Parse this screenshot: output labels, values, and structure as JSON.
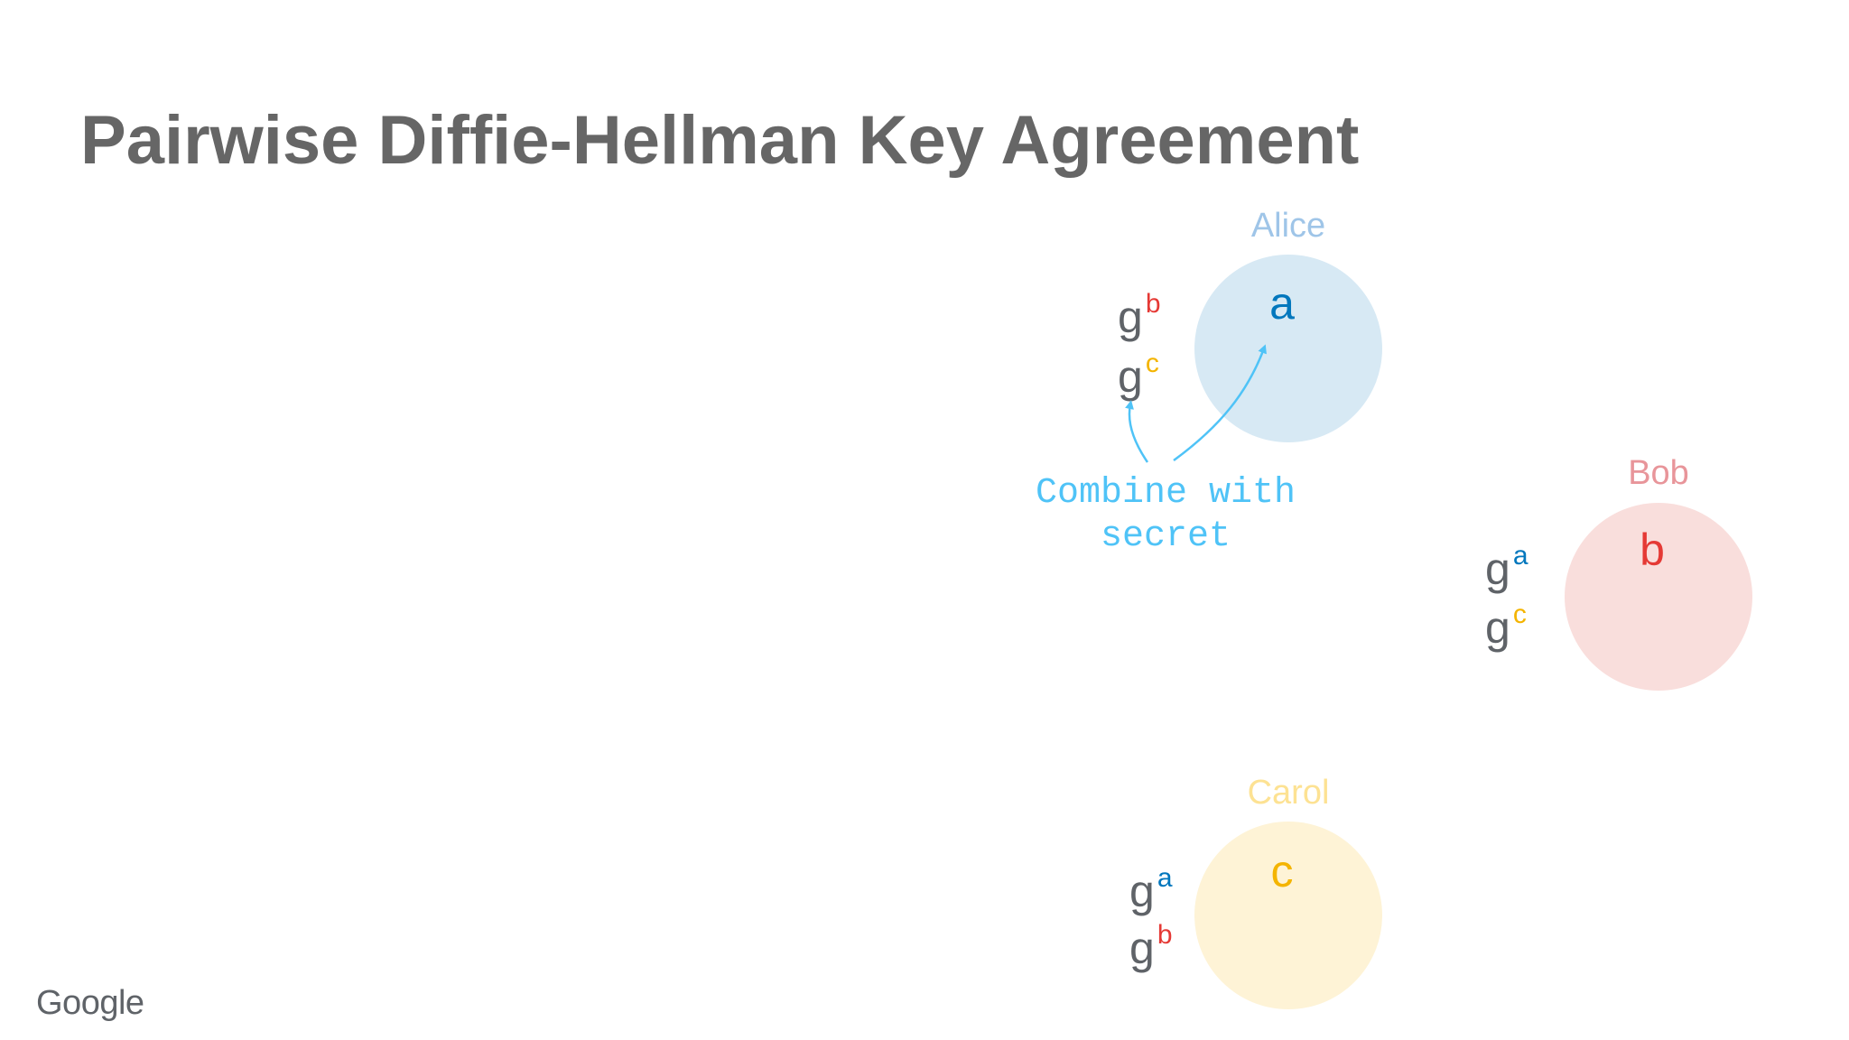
{
  "slide": {
    "title": "Pairwise Diffie-Hellman Key Agreement",
    "logo": "Google"
  },
  "colors": {
    "title": "#666666",
    "text": "#5f6368",
    "alice": "#0277bd",
    "alice_name": "#9fc5e8",
    "alice_circle": "#d7e9f4",
    "bob": "#e53935",
    "bob_name": "#e8959a",
    "bob_circle": "#f9dedc",
    "carol": "#f4b400",
    "carol_name": "#fde293",
    "carol_circle": "#fef3d6",
    "annotation": "#4fc3f7"
  },
  "participants": {
    "alice": {
      "name": "Alice",
      "secret": "a",
      "received": [
        {
          "base": "g",
          "exponent": "b"
        },
        {
          "base": "g",
          "exponent": "c"
        }
      ]
    },
    "bob": {
      "name": "Bob",
      "secret": "b",
      "received": [
        {
          "base": "g",
          "exponent": "a"
        },
        {
          "base": "g",
          "exponent": "c"
        }
      ]
    },
    "carol": {
      "name": "Carol",
      "secret": "c",
      "received": [
        {
          "base": "g",
          "exponent": "a"
        },
        {
          "base": "g",
          "exponent": "b"
        }
      ]
    }
  },
  "annotation": {
    "line1": "Combine with",
    "line2": "secret"
  }
}
